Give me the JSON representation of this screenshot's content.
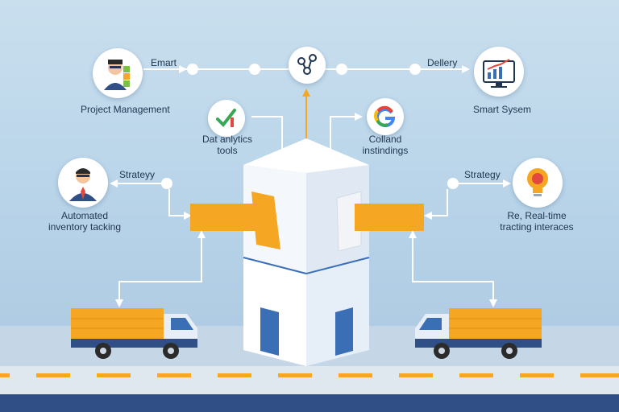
{
  "labels": {
    "emart": "Emart",
    "delivery": "Dellery",
    "project_management": "Project Management",
    "smart_system": "Smart Sysem",
    "data_analytics_line1": "Dat anlytics",
    "data_analytics_line2": "tools",
    "colland_line1": "Colland",
    "colland_line2": "instindings",
    "strategy_left": "Strateyy",
    "strategy_right": "Strategy",
    "automated_line1": "Automated",
    "automated_line2": "inventory tacking",
    "realtime_line1": "Re, Real-time",
    "realtime_line2": "tracting interaces"
  },
  "colors": {
    "accent_orange": "#f5a623",
    "building_blue": "#3a6fb5",
    "connector": "#ffffff",
    "road": "#2f4f86"
  }
}
